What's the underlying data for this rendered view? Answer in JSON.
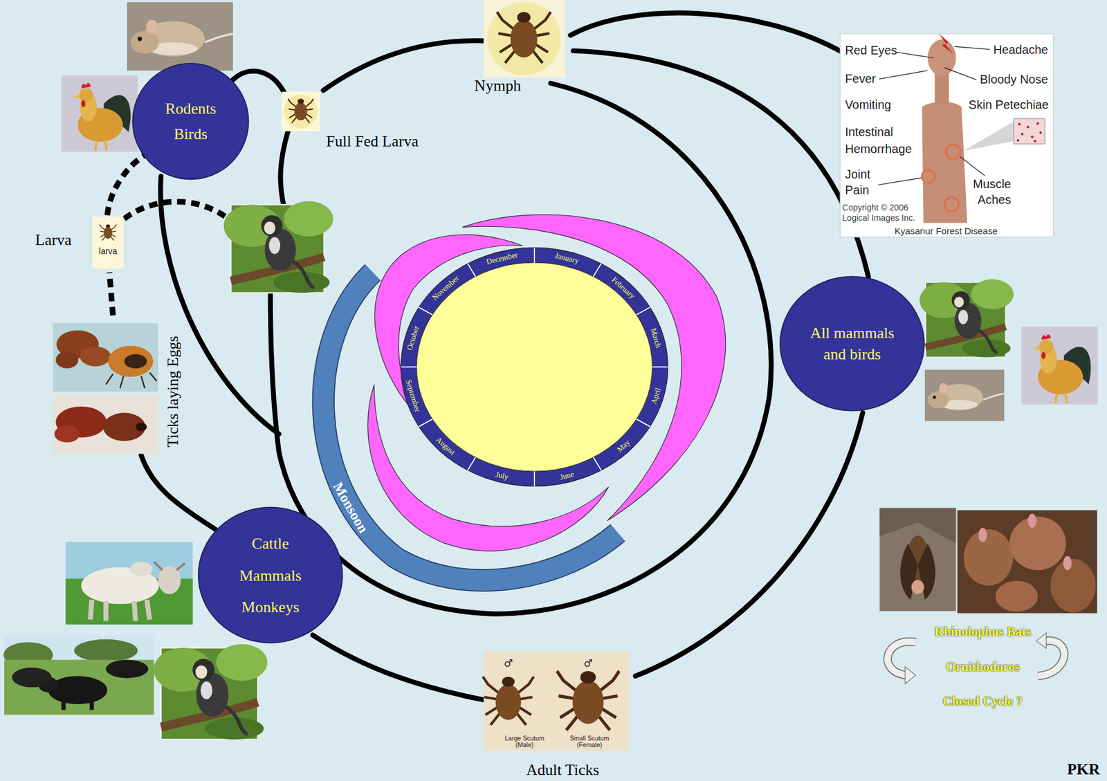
{
  "diagram": {
    "nodes": [
      {
        "text": [
          "Rodents Birds"
        ]
      },
      {
        "text": [
          "December",
          "January",
          "February",
          "March",
          "April",
          "May",
          "June",
          "July",
          "August",
          "September",
          "October",
          "November"
        ]
      },
      {
        "text": [
          "All mammals and birds"
        ]
      },
      {
        "text": [
          "Monsoon"
        ]
      },
      {
        "text": [
          "Cattle Mammals Monkeys"
        ]
      }
    ],
    "labels": [
      "Nymph",
      "Red Eyes",
      "Headache",
      "Fever",
      "Bloody Nose",
      "Vomiting",
      "Skin Petechiae",
      "Full Fed Larva",
      "Intestinal Hemorrhage",
      "Joint Pain",
      "Muscle Aches",
      "Copyright © 2006 Logical Images Inc.",
      "Kyasanur Forest Disease",
      "Larva",
      "larva",
      "Ticks laying Eggs",
      "Rhinolophus Bats",
      "Ornithodoros",
      "Closed Cycle ?",
      "♂",
      "♂",
      "Large Scutum (Male)",
      "Small Scutum (Female)",
      "Adult Ticks",
      "PKR"
    ]
  }
}
